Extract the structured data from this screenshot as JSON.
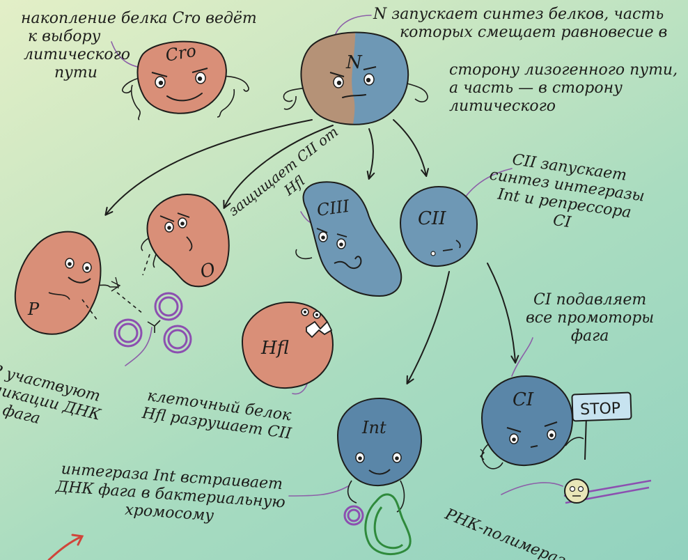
{
  "colors": {
    "salmon": "#d98f78",
    "blue": "#6e98b5",
    "blue_dark": "#5a86a8",
    "split_left": "#b59277",
    "ink": "#1d1d1b",
    "purple": "#8c4fb0",
    "green": "#2f8a3c",
    "red_arrow": "#d0453a"
  },
  "labels": {
    "cro_note": [
      "накопление белка Cro ведёт",
      "к выбору",
      "литического",
      "пути"
    ],
    "n_note": [
      "N запускает синтез белков, часть",
      "которых смещает равновесие в"
    ],
    "n_note_cont": [
      "сторону лизогенного пути,",
      "а часть — в сторону",
      "литического"
    ],
    "protects": [
      "защищает CII от",
      "Hfl"
    ],
    "cii_note": [
      "CII запускает",
      "синтез интегразы",
      "Int и репрессора",
      "CI"
    ],
    "ci_note": [
      "CI подавляет",
      "все промоторы",
      "фага"
    ],
    "op_note": [
      "O и P участвуют",
      "в репликации ДНК",
      "фага"
    ],
    "hfl_note": [
      "клеточный белок",
      "Hfl разрушает CII"
    ],
    "int_note": [
      "интеграза Int встраивает",
      "ДНК фага в бактериальную",
      "хромосому"
    ],
    "rnap": "РНК-полимераза"
  },
  "cells": {
    "cro": "Cro",
    "n": "N",
    "p": "P",
    "o": "O",
    "ciii": "CIII",
    "cii": "CII",
    "hfl": "Hfl",
    "int": "Int",
    "ci": "CI"
  },
  "stop_sign": "STOP",
  "icons": [
    "arrow-icon",
    "dna-ring-icon",
    "chromosome-icon",
    "stop-sign-icon"
  ]
}
